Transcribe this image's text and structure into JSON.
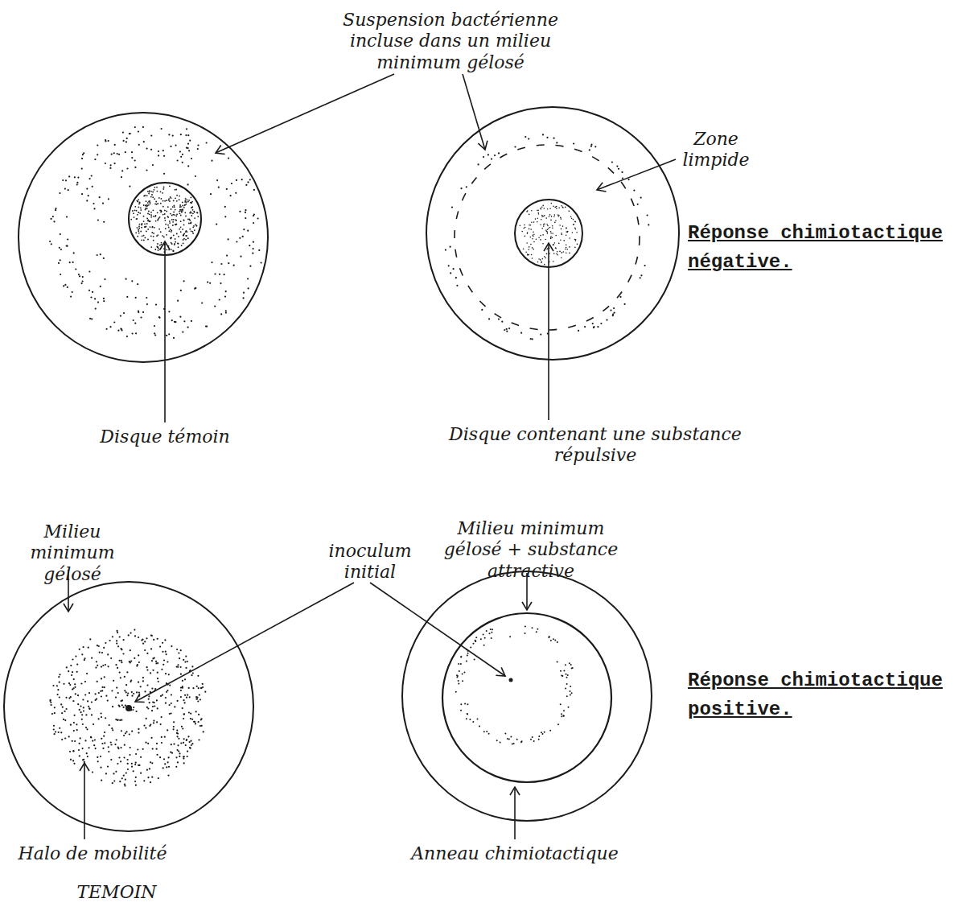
{
  "diagram": {
    "labels": [
      "Suspension bactérienne incluse dans un milieu minimum gélosé",
      "Zone limpide",
      "Disque témoin",
      "Disque contenant une substance répulsive",
      "Réponse chimiotactique négative.",
      "Milieu minimum gélosé",
      "inoculum initial",
      "Milieu minimum gélosé + substance attractive",
      "Réponse chimiotactique positive.",
      "Halo de mobilité",
      "TEMOIN",
      "Anneau chimiotactique"
    ]
  }
}
